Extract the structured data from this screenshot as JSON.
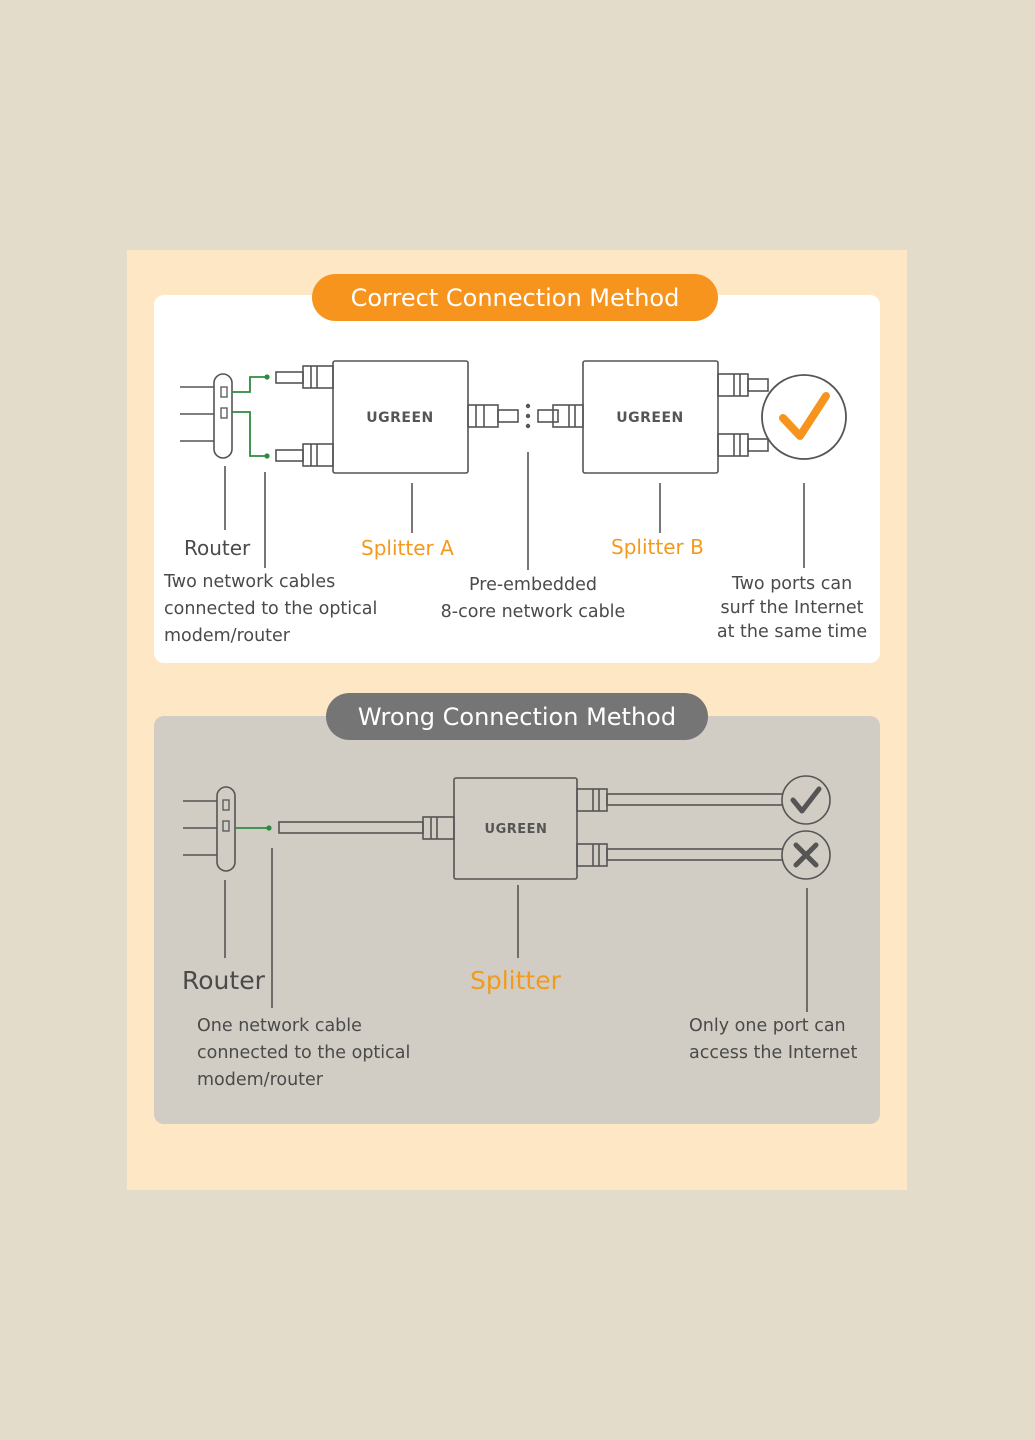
{
  "correct": {
    "title": "Correct Connection Method",
    "brand_a": "UGREEN",
    "brand_b": "UGREEN",
    "router_label": "Router",
    "router_desc": "Two network cables\nconnected to the optical\nmodem/router",
    "splitter_a_label": "Splitter A",
    "splitter_b_label": "Splitter B",
    "cable_desc": "Pre-embedded\n8-core network cable",
    "ports_desc": "Two ports can\nsurf the Internet\nat the same time"
  },
  "wrong": {
    "title": "Wrong Connection Method",
    "brand": "UGREEN",
    "router_label": "Router",
    "router_desc": "One network cable\nconnected to the optical\nmodem/router",
    "splitter_label": "Splitter",
    "ports_desc": "Only one port can\naccess the Internet"
  },
  "colors": {
    "accent": "#f7941d",
    "gray_pill": "#757575",
    "wire_green": "#2e8b3e",
    "line": "#555555"
  },
  "icons": [
    "router-icon",
    "splitter-a-device",
    "splitter-b-device",
    "checkmark-icon",
    "check-icon",
    "cross-icon"
  ]
}
